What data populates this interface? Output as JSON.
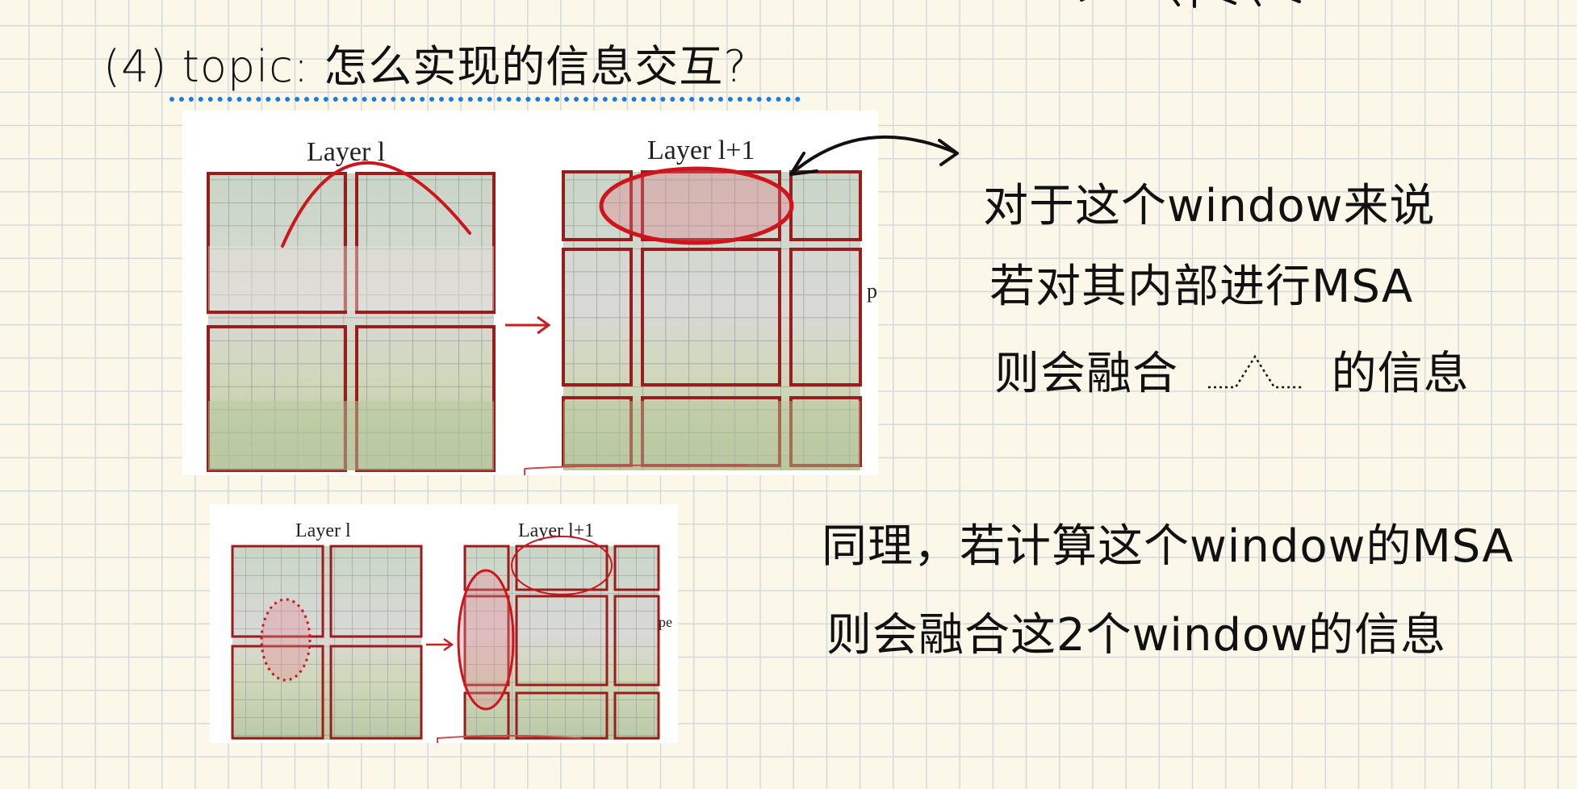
{
  "heading": "(4) topic: 怎么实现的信息交互?",
  "figure_top": {
    "left_label": "Layer l",
    "right_label": "Layer l+1",
    "side_letter": "p"
  },
  "figure_bottom": {
    "left_label": "Layer l",
    "right_label": "Layer l+1",
    "side_letter": "pe"
  },
  "notes": {
    "line1": "对于这个window来说",
    "line2": "若对其内部进行MSA",
    "line3_start": "则会融合",
    "line3_end": "的信息",
    "line4": "同理，若计算这个window的MSA",
    "line5": "则会融合这2个window的信息"
  },
  "colors": {
    "ink": "#111111",
    "red_pen": "#d0141b",
    "blue_underline": "#1a7be8",
    "paper": "#fbf8e9",
    "grid": "#d6d9dc"
  }
}
